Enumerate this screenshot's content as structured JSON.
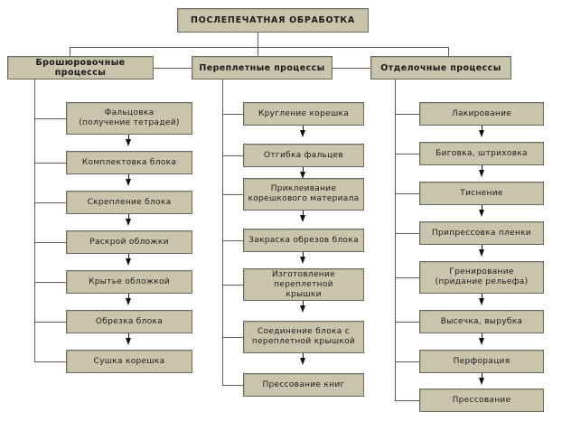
{
  "diagram": {
    "title": "ПОСЛЕПЕЧАТНАЯ ОБРАБОТКА",
    "colors": {
      "box_fill": "#c9c4ac",
      "box_border": "#6d6a5c",
      "connector": "#5d5c55",
      "arrow": "#111111",
      "background": "#ffffff",
      "text": "#1a1a1a"
    },
    "branches": [
      {
        "label": "Брошюровочные процессы",
        "steps": [
          "Фальцовка\n(получение тетрадей)",
          "Комплектовка блока",
          "Скрепление блока",
          "Раскрой обложки",
          "Крытье обложкой",
          "Обрезка блока",
          "Сушка корешка"
        ]
      },
      {
        "label": "Переплетные процессы",
        "steps": [
          "Кругление корешка",
          "Отгибка фальцев",
          "Приклеивание\nкорешкового материала",
          "Закраска обрезов блока",
          "Изготовление переплетной\nкрышки",
          "Соединение блока с\nпереплетной крышкой",
          "Прессование книг"
        ]
      },
      {
        "label": "Отделочные процессы",
        "steps": [
          "Лакирование",
          "Биговка, штриховка",
          "Тиснение",
          "Припрессовка пленки",
          "Гренирование\n(придание рельефа)",
          "Высечка, вырубка",
          "Перфорация",
          "Прессование"
        ]
      }
    ]
  }
}
